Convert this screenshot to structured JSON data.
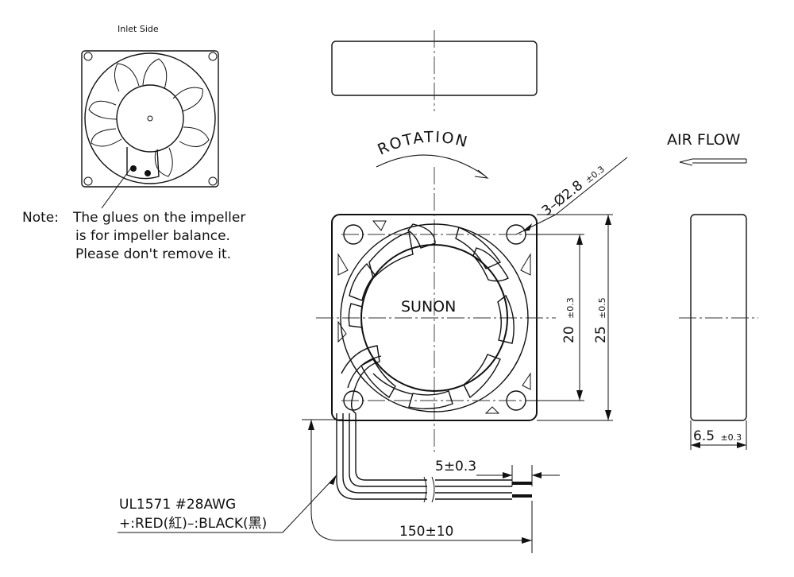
{
  "top_label": "Inlet Side",
  "note": {
    "prefix": "Note:",
    "line1": "The glues on the impeller",
    "line2": "is for impeller balance.",
    "line3": "Please don't remove it."
  },
  "rotation_label": "ROTATION",
  "airflow_label": "AIR FLOW",
  "brand": "SUNON",
  "dims": {
    "hole_main": "3–Ø2.8",
    "hole_tol": "±0.3",
    "pitch_main": "20",
    "pitch_tol": "±0.3",
    "size_main": "25",
    "size_tol": "±0.5",
    "thickness_main": "6.5",
    "thickness_tol": "±0.3",
    "strip": "5±0.3",
    "lead_length": "150±10"
  },
  "wire": {
    "spec": "UL1571  #28AWG",
    "polarity": "+:RED(紅)–:BLACK(黑)"
  }
}
